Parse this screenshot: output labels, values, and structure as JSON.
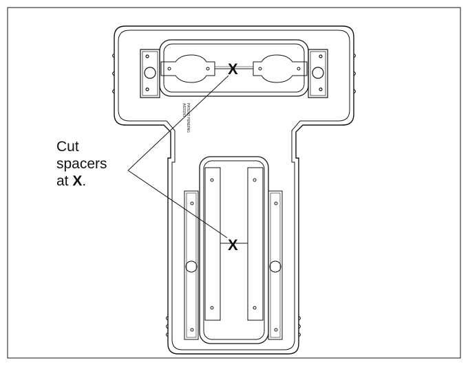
{
  "diagram": {
    "callout_line1": "Cut",
    "callout_line2": "spacers",
    "callout_line3_prefix": "at ",
    "callout_mark": "X",
    "callout_line3_suffix": ".",
    "cut_mark_top": "X",
    "cut_mark_bottom": "X",
    "patent_text_line1": "PATENT PENDING",
    "patent_text_line2": "A820260"
  },
  "colors": {
    "stroke": "#111111",
    "background": "#ffffff"
  }
}
